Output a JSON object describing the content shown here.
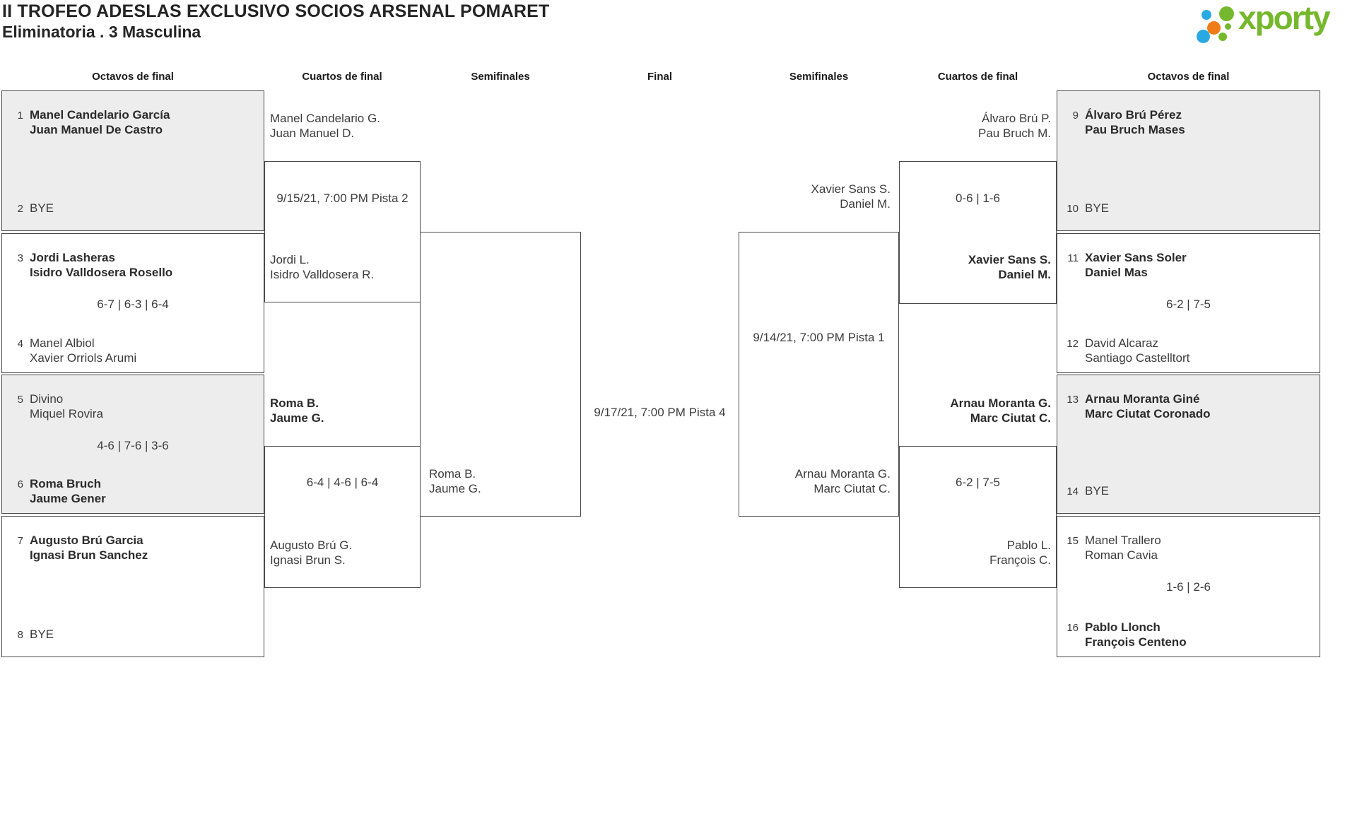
{
  "header": {
    "title": "II TROFEO ADESLAS EXCLUSIVO SOCIOS ARSENAL POMARET",
    "subtitle": "Eliminatoria . 3 Masculina"
  },
  "logo": {
    "brand": "xporty",
    "colors": {
      "green": "#76b82d",
      "blue": "#29a9e1",
      "orange": "#ef7d17"
    }
  },
  "round_labels": {
    "octavos": "Octavos de final",
    "cuartos": "Cuartos de final",
    "semifinales": "Semifinales",
    "final": "Final"
  },
  "octavos": [
    {
      "seed_top": "1",
      "top": [
        "Manel Candelario García",
        "Juan Manuel De Castro"
      ],
      "top_winner": true,
      "score": "",
      "seed_bottom": "2",
      "bottom": [
        "BYE",
        ""
      ],
      "bottom_winner": false,
      "bottom_bye": true
    },
    {
      "seed_top": "3",
      "top": [
        "Jordi Lasheras",
        "Isidro Valldosera Rosello"
      ],
      "top_winner": true,
      "score": "6-7 | 6-3 | 6-4",
      "seed_bottom": "4",
      "bottom": [
        "Manel Albiol",
        "Xavier Orriols Arumi"
      ],
      "bottom_winner": false,
      "bottom_bye": false
    },
    {
      "seed_top": "5",
      "top": [
        "Divino",
        "Miquel Rovira"
      ],
      "top_winner": false,
      "score": "4-6 | 7-6 | 3-6",
      "seed_bottom": "6",
      "bottom": [
        "Roma Bruch",
        "Jaume Gener"
      ],
      "bottom_winner": true,
      "bottom_bye": false
    },
    {
      "seed_top": "7",
      "top": [
        "Augusto Brú Garcia",
        "Ignasi Brun Sanchez"
      ],
      "top_winner": true,
      "score": "",
      "seed_bottom": "8",
      "bottom": [
        "BYE",
        ""
      ],
      "bottom_winner": false,
      "bottom_bye": true
    },
    {
      "seed_top": "9",
      "top": [
        "Álvaro Brú Pérez",
        "Pau Bruch Mases"
      ],
      "top_winner": true,
      "score": "",
      "seed_bottom": "10",
      "bottom": [
        "BYE",
        ""
      ],
      "bottom_winner": false,
      "bottom_bye": true
    },
    {
      "seed_top": "11",
      "top": [
        "Xavier Sans Soler",
        "Daniel Mas"
      ],
      "top_winner": true,
      "score": "6-2 | 7-5",
      "seed_bottom": "12",
      "bottom": [
        "David Alcaraz",
        "Santiago Castelltort"
      ],
      "bottom_winner": false,
      "bottom_bye": false
    },
    {
      "seed_top": "13",
      "top": [
        "Arnau Moranta Giné",
        "Marc Ciutat Coronado"
      ],
      "top_winner": true,
      "score": "",
      "seed_bottom": "14",
      "bottom": [
        "BYE",
        ""
      ],
      "bottom_winner": false,
      "bottom_bye": true
    },
    {
      "seed_top": "15",
      "top": [
        "Manel Trallero",
        "Roman Cavia"
      ],
      "top_winner": false,
      "score": "1-6 | 2-6",
      "seed_bottom": "16",
      "bottom": [
        "Pablo Llonch",
        "François Centeno"
      ],
      "bottom_winner": true,
      "bottom_bye": false
    }
  ],
  "cuartos": [
    {
      "top": [
        "Manel Candelario G.",
        "Juan Manuel D."
      ],
      "top_winner": false,
      "detail": "9/15/21, 7:00 PM Pista 2",
      "bottom": [
        "Jordi L.",
        "Isidro Valldosera R."
      ],
      "bottom_winner": false
    },
    {
      "top": [
        "Roma B.",
        "Jaume G."
      ],
      "top_winner": true,
      "detail": "6-4 | 4-6 | 6-4",
      "bottom": [
        "Augusto Brú G.",
        "Ignasi Brun S."
      ],
      "bottom_winner": false
    },
    {
      "top": [
        "Álvaro Brú P.",
        "Pau Bruch M."
      ],
      "top_winner": false,
      "detail": "0-6 | 1-6",
      "bottom": [
        "Xavier Sans S.",
        "Daniel M."
      ],
      "bottom_winner": true
    },
    {
      "top": [
        "Arnau Moranta G.",
        "Marc Ciutat C."
      ],
      "top_winner": true,
      "detail": "6-2 | 7-5",
      "bottom": [
        "Pablo L.",
        "François C."
      ],
      "bottom_winner": false
    }
  ],
  "semifinales": [
    {
      "top": [
        "",
        ""
      ],
      "detail": "",
      "bottom": [
        "Roma B.",
        "Jaume G."
      ],
      "bottom_winner": false
    },
    {
      "top": [
        "Xavier Sans S.",
        "Daniel M."
      ],
      "top_winner": false,
      "detail": "9/14/21, 7:00 PM Pista 1",
      "bottom": [
        "Arnau Moranta G.",
        "Marc Ciutat C."
      ],
      "bottom_winner": false
    }
  ],
  "final": {
    "detail": "9/17/21, 7:00 PM Pista 4"
  }
}
